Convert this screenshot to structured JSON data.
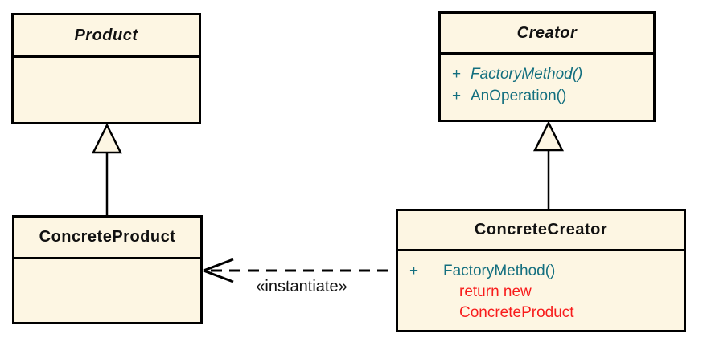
{
  "diagram_type": "uml-class-diagram",
  "classes": {
    "product": {
      "name": "Product",
      "abstract": true,
      "methods": [],
      "notes": []
    },
    "creator": {
      "name": "Creator",
      "abstract": true,
      "methods": [
        {
          "visibility": "+",
          "name": "FactoryMethod()",
          "abstract": true
        },
        {
          "visibility": "+",
          "name": "AnOperation()",
          "abstract": false
        }
      ],
      "notes": []
    },
    "concrete_product": {
      "name": "ConcreteProduct",
      "abstract": false,
      "methods": [],
      "notes": []
    },
    "concrete_creator": {
      "name": "ConcreteCreator",
      "abstract": false,
      "methods": [
        {
          "visibility": "+",
          "name": "FactoryMethod()",
          "abstract": false
        }
      ],
      "notes": [
        "return new",
        "ConcreteProduct"
      ]
    }
  },
  "relations": {
    "generalizations": [
      {
        "from": "ConcreteProduct",
        "to": "Product"
      },
      {
        "from": "ConcreteCreator",
        "to": "Creator"
      }
    ],
    "dependency": {
      "from": "ConcreteCreator",
      "to": "ConcreteProduct",
      "label": "«instantiate»",
      "style": "dashed"
    }
  },
  "colors": {
    "box_fill": "#FDF6E3",
    "line": "#000000",
    "method_text": "#136F7F",
    "note_text": "#F81C1C"
  }
}
